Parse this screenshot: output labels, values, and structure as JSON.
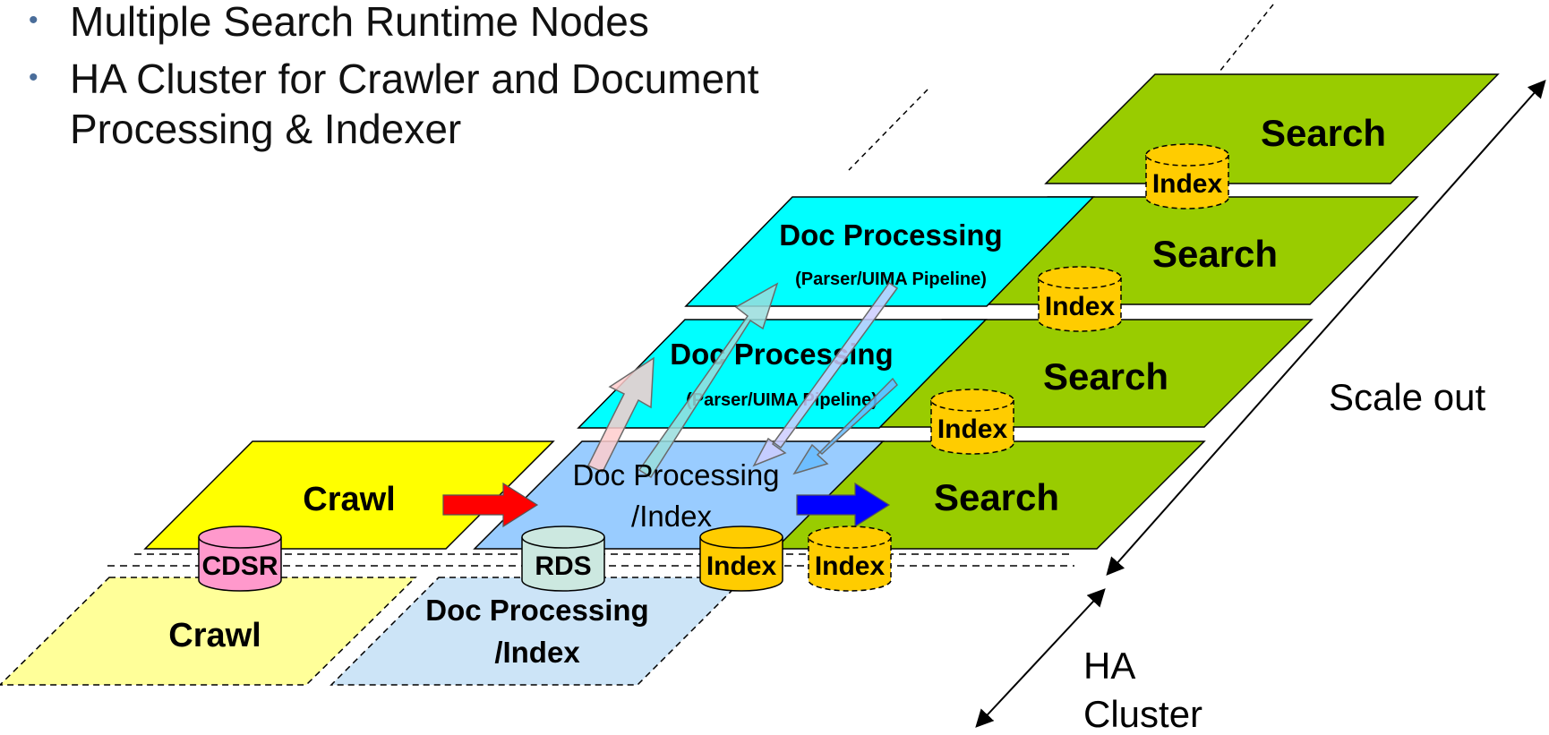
{
  "bullets": [
    "Multiple Search Runtime Nodes",
    "HA Cluster for Crawler and Document",
    "Processing & Indexer"
  ],
  "blocks": {
    "crawl_primary": "Crawl",
    "crawl_backup": "Crawl",
    "docproc_index_primary_line1": "Doc Processing",
    "docproc_index_primary_line2": "/Index",
    "docproc_index_backup_line1": "Doc Processing",
    "docproc_index_backup_line2": "/Index",
    "docproc_upper_title": "Doc Processing",
    "docproc_upper_sub": "(Parser/UIMA Pipeline)",
    "docproc_middle_title": "Doc Processing",
    "docproc_middle_sub": "(Parser/UIMA Pipeline)",
    "search": "Search"
  },
  "stores": {
    "cdsr": "CDSR",
    "rds": "RDS",
    "index": "Index"
  },
  "labels": {
    "scale_out": "Scale out",
    "ha_line1": "HA",
    "ha_line2": "Cluster"
  },
  "colors": {
    "crawl": "#ffff00",
    "crawl_backup": "#ffff99",
    "docproc_index": "#99ccff",
    "docproc_index_backup": "#cce4f7",
    "docproc_pipeline": "#00ffff",
    "search": "#99cc00",
    "cdsr": "#ff99cc",
    "rds": "#cce8e0",
    "index": "#ffcc00",
    "red_arrow": "#ff0000",
    "blue_arrow": "#0000ff"
  }
}
